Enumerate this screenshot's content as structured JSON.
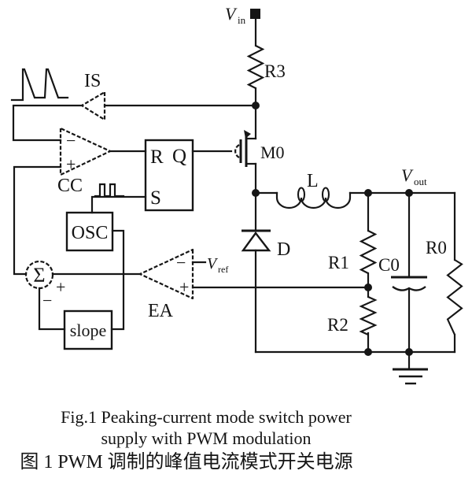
{
  "figure": {
    "kind": "circuit-diagram",
    "ink_color": "#161616",
    "background_color": "#ffffff"
  },
  "labels": {
    "vin_base": "V",
    "vin_sub": "in",
    "vout_base": "V",
    "vout_sub": "out",
    "vref_base": "V",
    "vref_sub": "ref",
    "r3": "R3",
    "r1": "R1",
    "r2": "R2",
    "r0": "R0",
    "c0": "C0",
    "l": "L",
    "d": "D",
    "m0": "M0",
    "is_amp": "IS",
    "cc_comp": "CC",
    "ea_amp": "EA",
    "osc": "OSC",
    "slope": "slope",
    "ff_r": "R",
    "ff_q": "Q",
    "ff_s": "S",
    "sigma": "Σ",
    "cc_minus": "−",
    "cc_plus": "+",
    "ea_minus": "−",
    "ea_plus": "+",
    "sum_plus": "+",
    "sum_minus": "−"
  },
  "caption": {
    "line1": "Fig.1 Peaking-current mode switch power",
    "line2": "supply with PWM modulation",
    "line3": "图 1 PWM 调制的峰值电流模式开关电源"
  }
}
